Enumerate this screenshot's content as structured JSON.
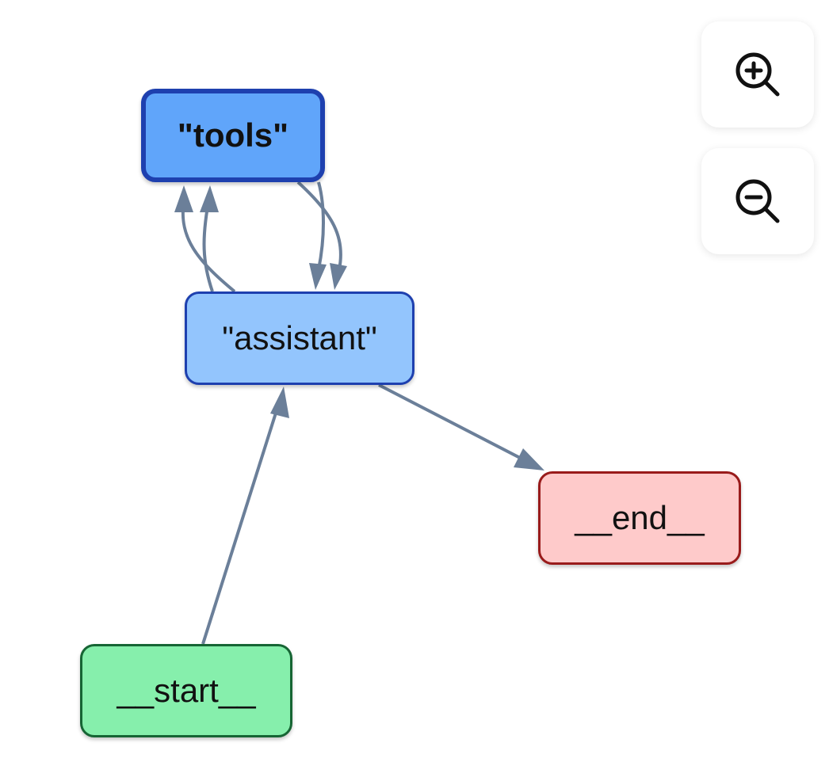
{
  "graph": {
    "nodes": {
      "tools": "\"tools\"",
      "assistant": "\"assistant\"",
      "end": "__end__",
      "start": "__start__"
    },
    "edges": [
      {
        "from": "assistant",
        "to": "tools"
      },
      {
        "from": "assistant",
        "to": "tools"
      },
      {
        "from": "tools",
        "to": "assistant"
      },
      {
        "from": "tools",
        "to": "assistant"
      },
      {
        "from": "assistant",
        "to": "end"
      },
      {
        "from": "start",
        "to": "assistant"
      }
    ],
    "edge_color": "#6b7f99",
    "node_colors": {
      "tools": {
        "fill": "#60a5fa",
        "border": "#1e40af"
      },
      "assistant": {
        "fill": "#93c5fd",
        "border": "#1e40af"
      },
      "end": {
        "fill": "#fecaca",
        "border": "#991b1b"
      },
      "start": {
        "fill": "#86efac",
        "border": "#166534"
      }
    }
  },
  "controls": {
    "zoom_in_icon": "zoom-in-icon",
    "zoom_out_icon": "zoom-out-icon"
  }
}
